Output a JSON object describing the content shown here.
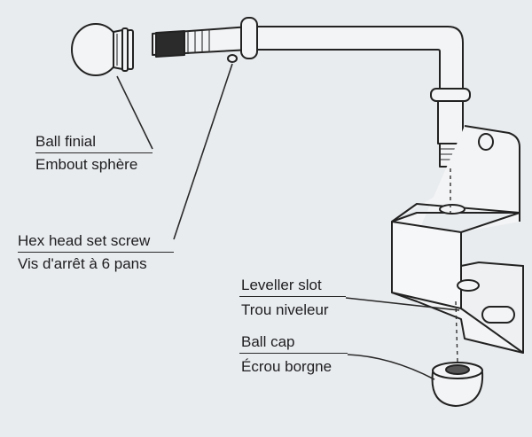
{
  "labels": {
    "ball_finial_en": "Ball finial",
    "ball_finial_fr": "Embout sphère",
    "set_screw_en": "Hex head set screw",
    "set_screw_fr": "Vis d'arrêt à 6 pans",
    "leveller_en": "Leveller slot",
    "leveller_fr": "Trou niveleur",
    "ball_cap_en": "Ball cap",
    "ball_cap_fr": "Écrou borgne"
  },
  "colors": {
    "background": "#e9ecef",
    "ink": "#222222",
    "part_fill": "#f3f4f5"
  }
}
